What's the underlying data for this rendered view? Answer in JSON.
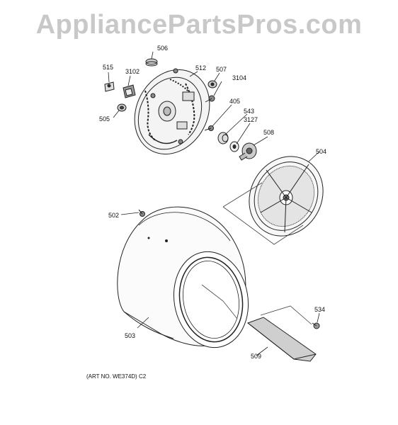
{
  "watermark": "AppliancePartsPros.com",
  "art_number": "(ART NO. WE374D) C2",
  "callouts": {
    "c515": "515",
    "c3102": "3102",
    "c506": "506",
    "c512": "512",
    "c507": "507",
    "c3104": "3104",
    "c505": "505",
    "c405": "405",
    "c543": "543",
    "c3127": "3127",
    "c508": "508",
    "c504": "504",
    "c502": "502",
    "c503": "503",
    "c534": "534",
    "c509": "509"
  }
}
